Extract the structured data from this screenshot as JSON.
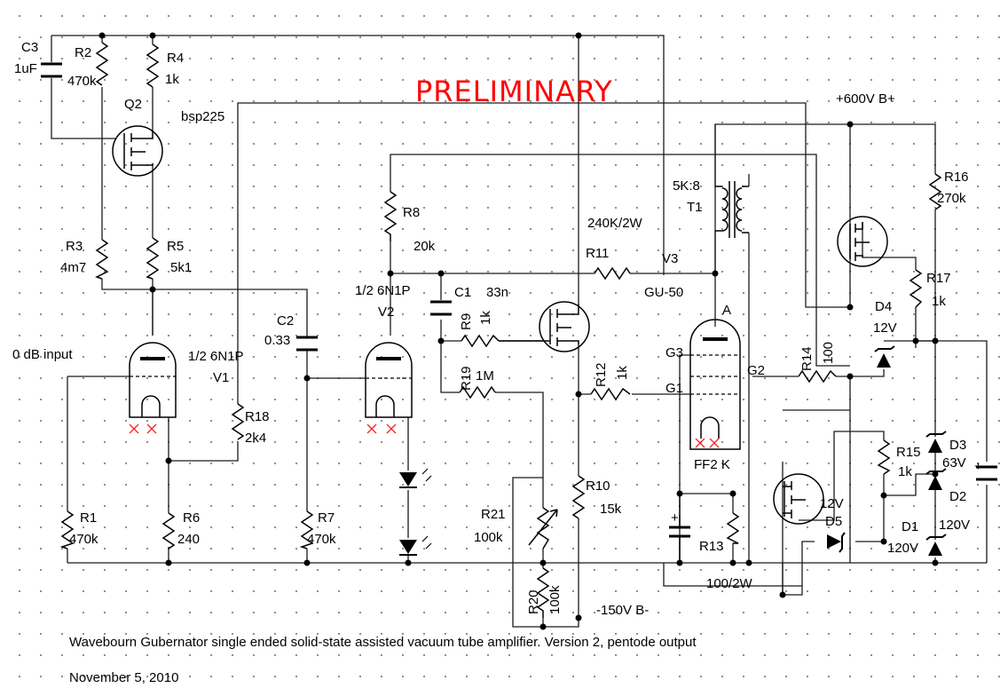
{
  "banner": "PRELIMINARY",
  "rail_pos": "+600V B+",
  "rail_neg": "-150V B-",
  "input_label": "0 dB input",
  "components": {
    "c3": {
      "ref": "C3",
      "value": "1uF"
    },
    "r2": {
      "ref": "R2",
      "value": "470k"
    },
    "r4": {
      "ref": "R4",
      "value": "1k"
    },
    "q2": {
      "ref": "Q2",
      "value": "bsp225"
    },
    "r3": {
      "ref": "R3",
      "value": "4m7"
    },
    "r5": {
      "ref": "R5",
      "value": "5k1"
    },
    "v1": {
      "ref": "V1",
      "value": "1/2 6N1P"
    },
    "r1": {
      "ref": "R1",
      "value": "470k"
    },
    "r6": {
      "ref": "R6",
      "value": "240"
    },
    "r18": {
      "ref": "R18",
      "value": "2k4"
    },
    "c2": {
      "ref": "C2",
      "value": "0.33"
    },
    "r7": {
      "ref": "R7",
      "value": "470k"
    },
    "r8": {
      "ref": "R8",
      "value": "20k"
    },
    "v2": {
      "ref": "V2",
      "value": "1/2 6N1P"
    },
    "c1": {
      "ref": "C1",
      "value": "33n"
    },
    "r9": {
      "ref": "R9",
      "value": "1k"
    },
    "r19": {
      "ref": "R19",
      "value": "1M"
    },
    "r11": {
      "ref": "R11",
      "value": "240K/2W"
    },
    "r12": {
      "ref": "R12",
      "value": "1k"
    },
    "r21": {
      "ref": "R21",
      "value": "100k"
    },
    "r20": {
      "ref": "R20",
      "value": "100k"
    },
    "r10": {
      "ref": "R10",
      "value": "15k"
    },
    "t1": {
      "ref": "T1",
      "value": "5K:8"
    },
    "v3": {
      "ref": "V3",
      "value": "GU-50"
    },
    "r13": {
      "ref": "R13",
      "value": "100/2W"
    },
    "r14": {
      "ref": "R14",
      "value": "100"
    },
    "r16": {
      "ref": "R16",
      "value": "270k"
    },
    "r17": {
      "ref": "R17",
      "value": "1k"
    },
    "d4": {
      "ref": "D4",
      "value": "12V"
    },
    "r15": {
      "ref": "R15",
      "value": "1k"
    },
    "d3": {
      "ref": "D3",
      "value": "63V"
    },
    "d2": {
      "ref": "D2",
      "value": "120V"
    },
    "d1": {
      "ref": "D1",
      "value": "120V"
    },
    "d5": {
      "ref": "D5",
      "value": "12V"
    }
  },
  "pins": {
    "anode": "A",
    "g3": "G3",
    "g1": "G1",
    "g2": "G2",
    "filament": "FF2 K"
  },
  "polarity_plus": "+",
  "caption": "Wavebourn Gubernator single ended solid-state assisted vacuum tube amplifier. Version 2, pentode output",
  "date": "November 5, 2010"
}
